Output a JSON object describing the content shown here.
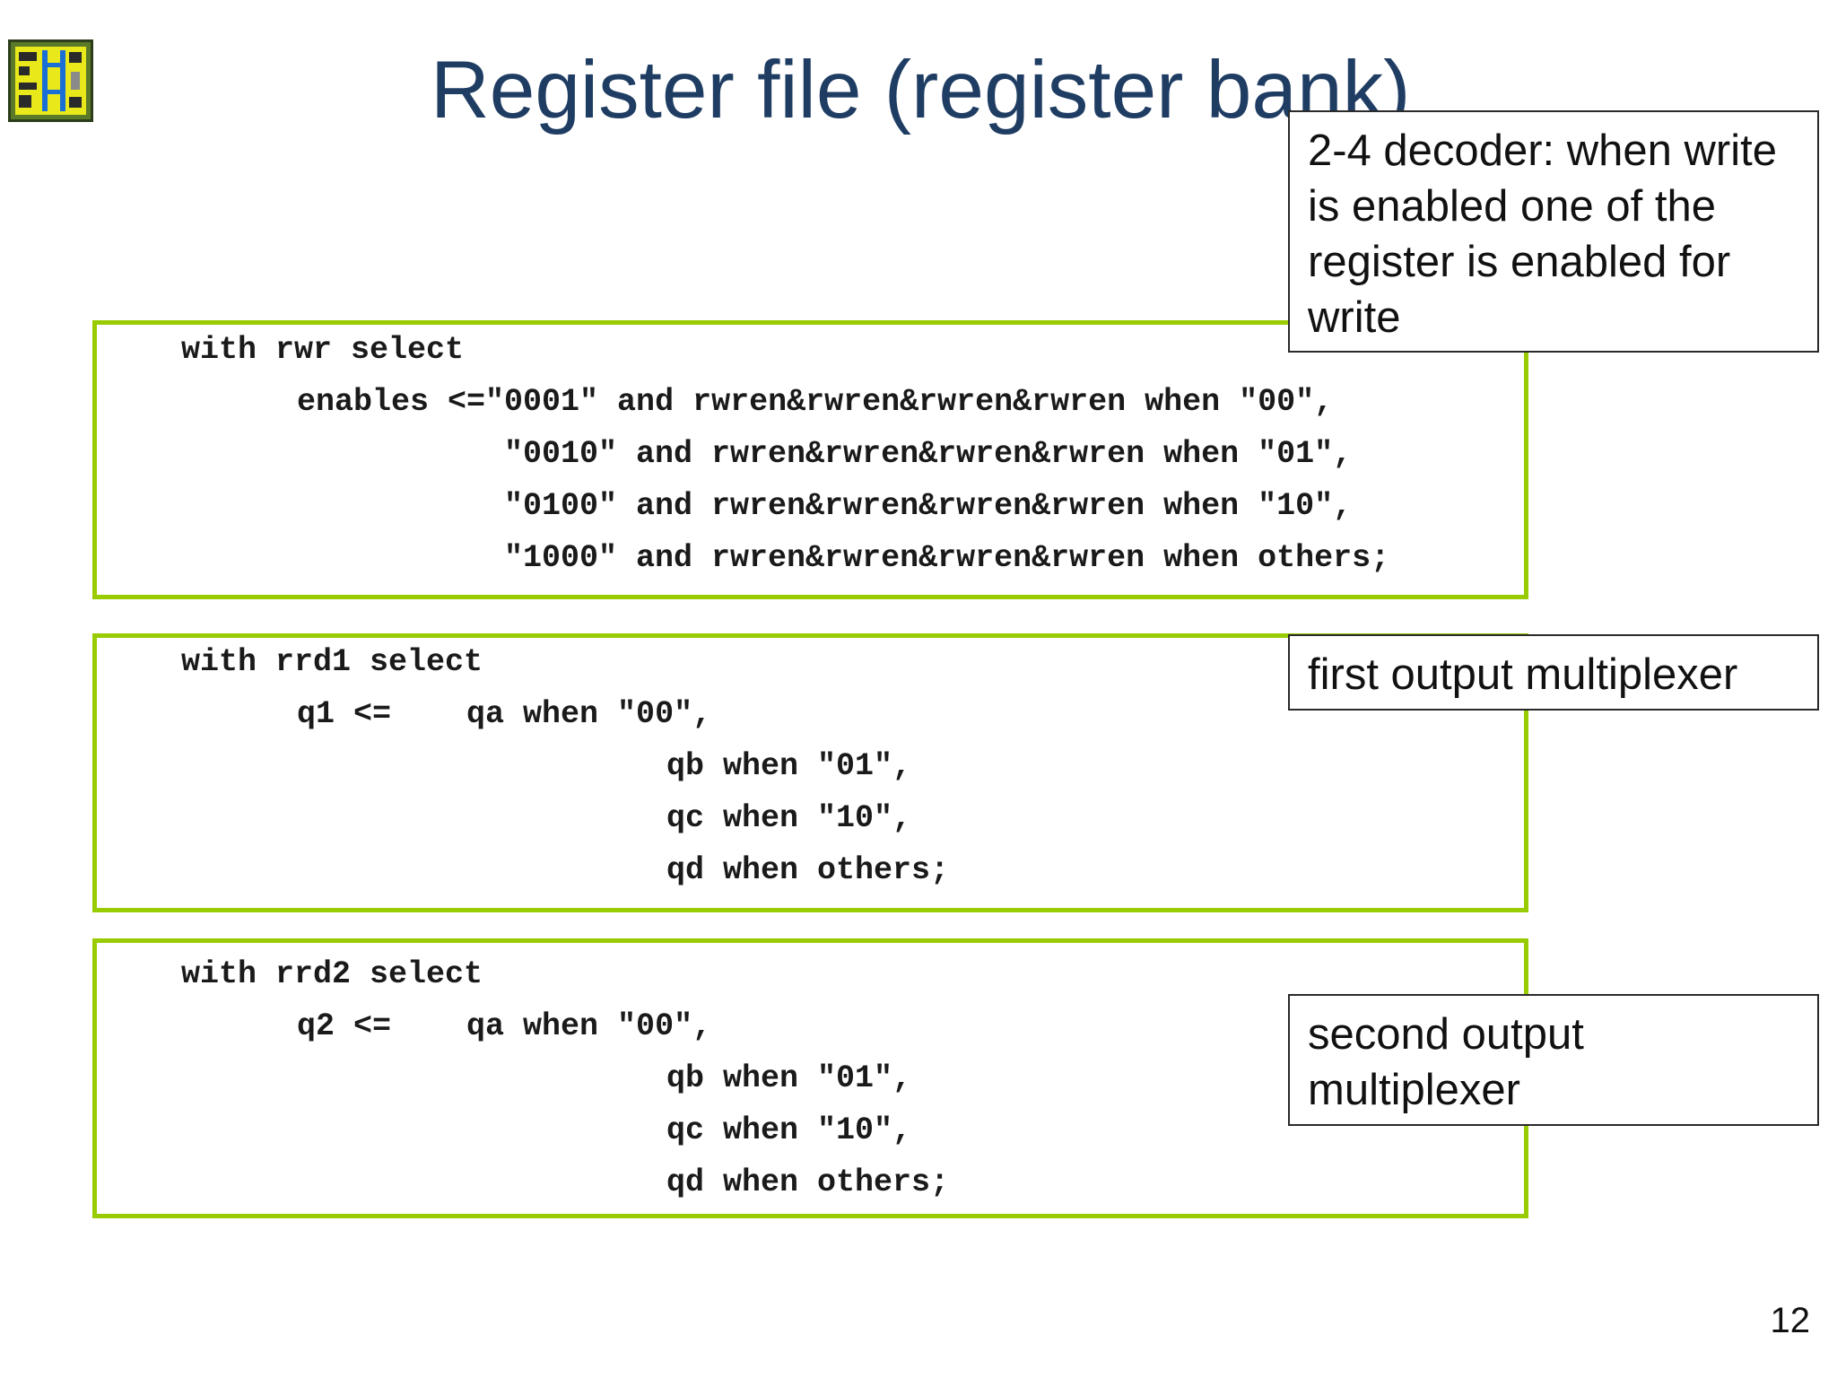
{
  "slide": {
    "title": "Register file (register bank)",
    "page_number": "12",
    "logo_icon": "chip-layout-icon"
  },
  "code_blocks": [
    {
      "lines": [
        "with rwr select",
        "enables <=\"0001\" and rwren&rwren&rwren&rwren when \"00\",",
        "\"0010\" and rwren&rwren&rwren&rwren when \"01\",",
        "\"0100\" and rwren&rwren&rwren&rwren when \"10\",",
        "\"1000\" and rwren&rwren&rwren&rwren when others;"
      ]
    },
    {
      "lines": [
        "with rrd1 select",
        "q1 <=    qa when \"00\",",
        "qb when \"01\",",
        "qc when \"10\",",
        "qd when others;"
      ]
    },
    {
      "lines": [
        "with rrd2 select",
        "q2 <=    qa when \"00\",",
        "qb when \"01\",",
        "qc when \"10\",",
        "qd when others;"
      ]
    }
  ],
  "notes": {
    "decoder": "2-4 decoder: when write is enabled one of the register is enabled for write",
    "first_mux": "first output multiplexer",
    "second_mux": "second output multiplexer"
  },
  "colors": {
    "title": "#1f3d63",
    "box_border": "#99cc00"
  }
}
